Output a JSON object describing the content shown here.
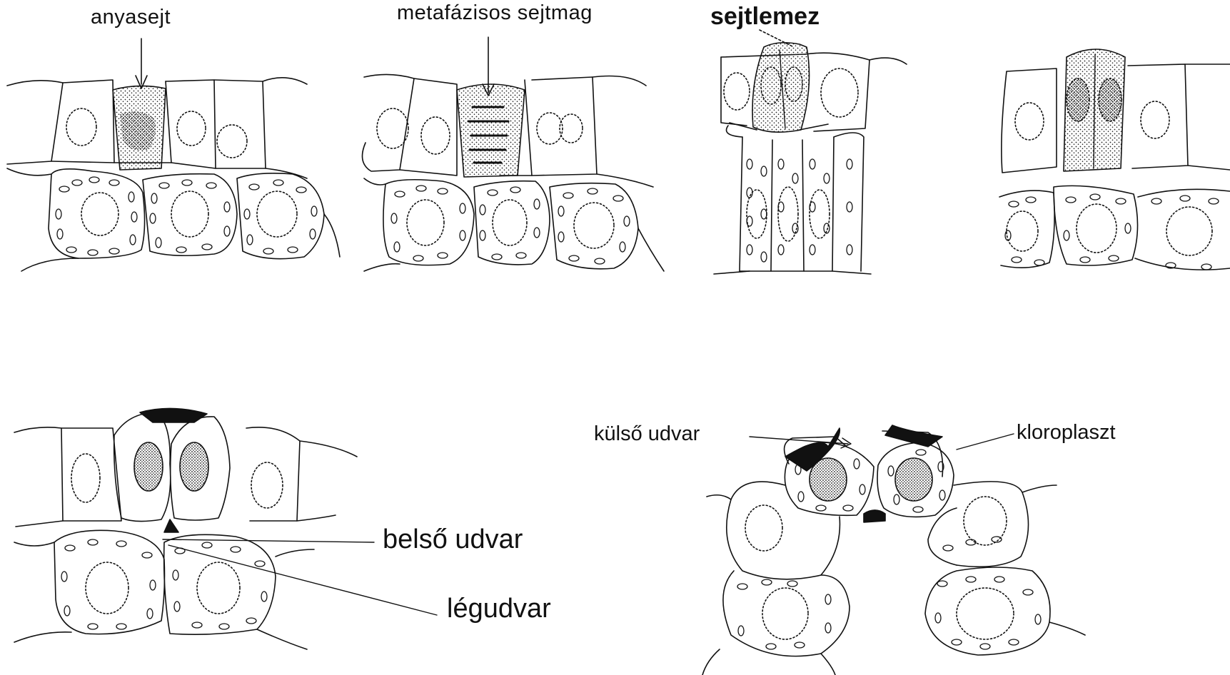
{
  "labels": {
    "mother_cell": "anyasejt",
    "metaphase_nucleus": "metafázisos sejtmag",
    "cell_plate": "sejtlemez",
    "outer_court": "külső udvar",
    "chloroplast": "kloroplaszt",
    "inner_court": "belső udvar",
    "air_court": "légudvar"
  },
  "colors": {
    "ink": "#111111",
    "background": "#ffffff"
  }
}
